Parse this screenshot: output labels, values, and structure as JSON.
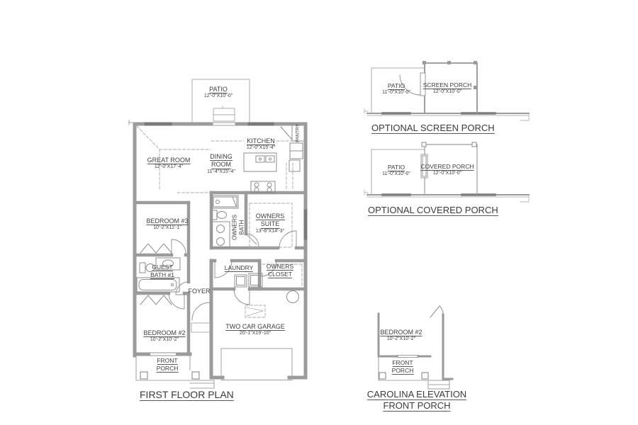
{
  "colors": {
    "wall": "#9b9b9b",
    "thin_line": "#a3a3a3",
    "fixture_line": "#8e8e8e",
    "window_mark": "#7a7a7a",
    "text": "#3e3e3e"
  },
  "plan": {
    "title": "FIRST FLOOR PLAN",
    "patio": {
      "name": "PATIO",
      "dims": "12'-0\"X10'-0\""
    },
    "great_room": {
      "name": "GREAT ROOM",
      "dims": "12'-0\"X17'-4\""
    },
    "dining_room": {
      "line1": "DINING",
      "line2": "ROOM",
      "dims": "11'-4\"X15'-4\""
    },
    "kitchen": {
      "name": "KITCHEN",
      "dims": "12'-0\"X15'-4\""
    },
    "pantry": {
      "name": "PANTRY"
    },
    "bedroom3": {
      "name": "BEDROOM #3",
      "dims": "10'-2\"X11'-1\""
    },
    "owners_suite": {
      "line1": "OWNERS",
      "line2": "SUITE",
      "dims": "13'-6\"X14'-3\""
    },
    "owners_bath": {
      "line1": "OWNERS",
      "line2": "BATH"
    },
    "guest_bath": {
      "line1": "GUEST",
      "line2": "BATH #1"
    },
    "foyer": {
      "name": "FOYER"
    },
    "laundry": {
      "name": "LAUNDRY"
    },
    "owners_closet": {
      "line1": "OWNERS",
      "line2": "CLOSET"
    },
    "bedroom2": {
      "name": "BEDROOM #2",
      "dims": "10'-2\"X10'-2\""
    },
    "front_porch": {
      "line1": "FRONT",
      "line2": "PORCH"
    },
    "garage": {
      "name": "TWO CAR GARAGE",
      "dims": "20'-1\"X19'-10\""
    }
  },
  "screen_porch_option": {
    "title": "OPTIONAL SCREEN PORCH",
    "patio": {
      "name": "PATIO",
      "dims": "11'-0\"X10'-0\""
    },
    "porch": {
      "name": "SCREEN PORCH",
      "dims": "12'-0\"X10'-0\""
    }
  },
  "covered_porch_option": {
    "title": "OPTIONAL COVERED PORCH",
    "patio": {
      "name": "PATIO",
      "dims": "11'-0\"X10'-0\""
    },
    "porch": {
      "name": "COVERED PORCH",
      "dims": "12'-0\"X10'-0\""
    }
  },
  "carolina_elevation": {
    "title_line1": "CAROLINA ELEVATION",
    "title_line2": "FRONT PORCH",
    "bedroom2": {
      "name": "BEDROOM #2",
      "dims": "10'-2\"X10'-2\""
    },
    "front_porch": {
      "line1": "FRONT",
      "line2": "PORCH"
    }
  }
}
